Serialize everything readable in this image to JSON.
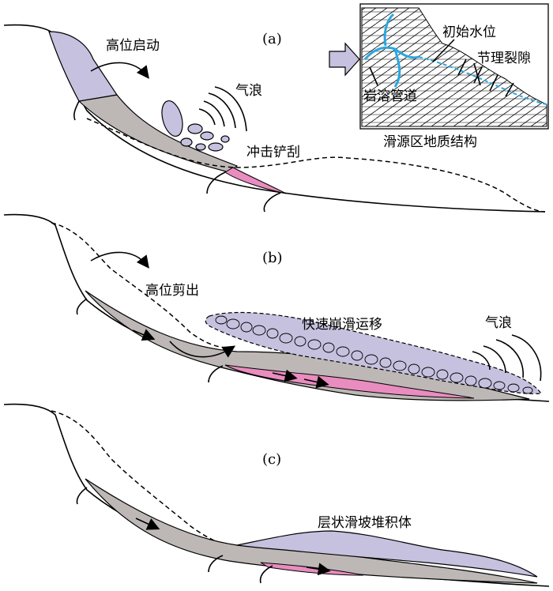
{
  "panels": {
    "a": {
      "label": "(a)",
      "launch": "高位启动",
      "wave": "气浪",
      "scrape": "冲击铲刮"
    },
    "b": {
      "label": "(b)",
      "shear": "高位剪出",
      "motion": "快速崩滑运移",
      "wave": "气浪"
    },
    "c": {
      "label": "(c)",
      "deposit": "层状滑坡堆积体"
    }
  },
  "inset": {
    "water_level": "初始水位",
    "joints": "节理裂隙",
    "karst": "岩溶管道",
    "caption": "滑源区地质结构"
  },
  "colors": {
    "grey": "#bdb8b6",
    "purple": "#c6c1df",
    "pink": "#e98cbf",
    "water": "#2aa7e0"
  }
}
